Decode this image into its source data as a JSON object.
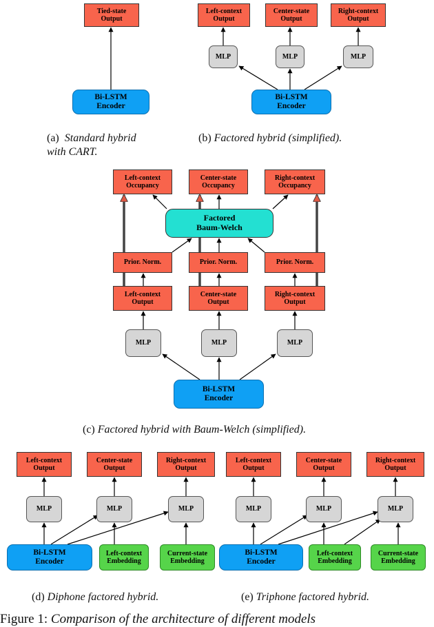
{
  "panels": {
    "a": {
      "caption_label": "(a)",
      "caption_text_line1": "Standard hybrid",
      "caption_text_line2": "with CART.",
      "nodes": {
        "output": "Tied-state\nOutput",
        "encoder": "Bi-LSTM\nEncoder"
      }
    },
    "b": {
      "caption_label": "(b)",
      "caption_text": "Factored hybrid (simplified).",
      "nodes": {
        "left_out": "Left-context\nOutput",
        "center_out": "Center-state\nOutput",
        "right_out": "Right-context\nOutput",
        "mlp": "MLP",
        "encoder": "Bi-LSTM\nEncoder"
      }
    },
    "c": {
      "caption_label": "(c)",
      "caption_text": "Factored hybrid with Baum-Welch (simplified).",
      "nodes": {
        "left_occ": "Left-context\nOccupancy",
        "center_occ": "Center-state\nOccupancy",
        "right_occ": "Right-context\nOccupancy",
        "baum_welch": "Factored\nBaum-Welch",
        "prior_norm": "Prior. Norm.",
        "left_out": "Left-context\nOutput",
        "center_out": "Center-state\nOutput",
        "right_out": "Right-context\nOutput",
        "mlp": "MLP",
        "encoder": "Bi-LSTM\nEncoder"
      }
    },
    "d": {
      "caption_label": "(d)",
      "caption_text": "Diphone factored hybrid.",
      "nodes": {
        "left_out": "Left-context\nOutput",
        "center_out": "Center-state\nOutput",
        "right_out": "Right-context\nOutput",
        "mlp": "MLP",
        "encoder": "Bi-LSTM\nEncoder",
        "left_emb": "Left-context\nEmbedding",
        "current_emb": "Current-state\nEmbedding"
      }
    },
    "e": {
      "caption_label": "(e)",
      "caption_text": "Triphone factored hybrid.",
      "nodes": {
        "left_out": "Left-context\nOutput",
        "center_out": "Center-state\nOutput",
        "right_out": "Right-context\nOutput",
        "mlp": "MLP",
        "encoder": "Bi-LSTM\nEncoder",
        "left_emb": "Left-context\nEmbedding",
        "current_emb": "Current-state\nEmbedding"
      }
    }
  },
  "figure_caption": {
    "label": "Figure 1:",
    "text": "Comparison of the architecture of different models"
  },
  "colors": {
    "output": "#f8644c",
    "mlp": "#d6d6d6",
    "encoder": "#0fa0f4",
    "embedding": "#56d44a",
    "baum_welch": "#23e0d2"
  }
}
